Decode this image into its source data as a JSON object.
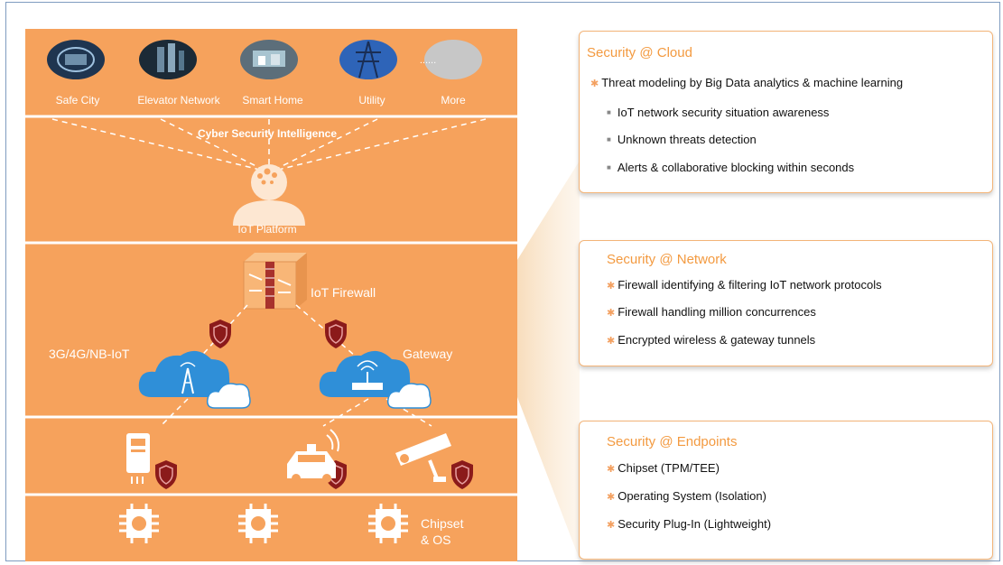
{
  "applications": [
    {
      "label": "Safe City",
      "icon": "safe-city-photo-icon"
    },
    {
      "label": "Elevator Network",
      "icon": "elevator-network-photo-icon"
    },
    {
      "label": "Smart Home",
      "icon": "smart-home-photo-icon"
    },
    {
      "label": "Utility",
      "icon": "utility-photo-icon"
    },
    {
      "label": "More",
      "icon": "more-icon"
    }
  ],
  "more_icon_text": "......",
  "cloud_layer": {
    "intel_label": "Cyber Security Intelligence",
    "platform_label": "IoT Platform"
  },
  "network_layer": {
    "firewall_label": "IoT Firewall",
    "cellular_label": "3G/4G/NB-IoT",
    "gateway_label": "Gateway"
  },
  "chipset_label_line1": "Chipset",
  "chipset_label_line2": "& OS",
  "cards": {
    "cloud": {
      "title": "Security @ Cloud",
      "lead": "Threat modeling by Big Data analytics & machine learning",
      "subitems": [
        "IoT network security situation awareness",
        "Unknown threats detection",
        "Alerts & collaborative blocking within seconds"
      ]
    },
    "network": {
      "title": "Security @ Network",
      "items": [
        "Firewall identifying & filtering IoT network protocols",
        "Firewall handling million concurrences",
        "Encrypted wireless & gateway tunnels"
      ]
    },
    "endpoints": {
      "title": "Security @ Endpoints",
      "items": [
        "Chipset (TPM/TEE)",
        "Operating System (Isolation)",
        "Security Plug-In (Lightweight)"
      ]
    }
  },
  "colors": {
    "panel": "#f6a25c",
    "accent": "#f39a40",
    "shield": "#8b1a1a",
    "cloud": "#2f8fd8",
    "frame_border": "#7f9cc0"
  }
}
